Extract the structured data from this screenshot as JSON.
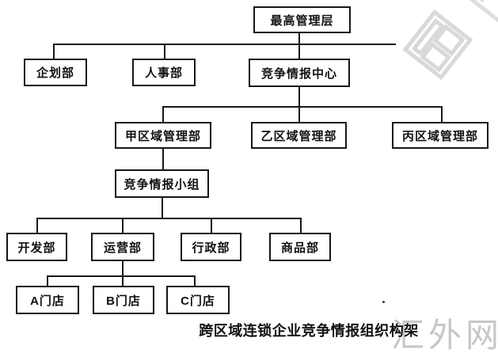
{
  "diagram": {
    "root": {
      "label": "最高管理层"
    },
    "departments": [
      {
        "label": "企划部"
      },
      {
        "label": "人事部"
      },
      {
        "label": "竞争情报中心"
      }
    ],
    "regions": [
      {
        "label": "甲区域管理部"
      },
      {
        "label": "乙区域管理部"
      },
      {
        "label": "丙区域管理部"
      }
    ],
    "ci_team": {
      "label": "竞争情报小组"
    },
    "functions": [
      {
        "label": "开发部"
      },
      {
        "label": "运营部"
      },
      {
        "label": "行政部"
      },
      {
        "label": "商品部"
      }
    ],
    "stores": [
      {
        "label": "A门店"
      },
      {
        "label": "B门店"
      },
      {
        "label": "C门店"
      }
    ],
    "caption": "跨区域连锁企业竞争情报组织构架"
  },
  "watermarks": {
    "bottom_right_text": "汇外网",
    "top_right_logo": "rotated-square-logo",
    "text_color": "#c7c7c7",
    "logo_color": "#d9d9d9"
  },
  "colors": {
    "background": "#ffffff",
    "line": "#171717",
    "text": "#111111"
  }
}
